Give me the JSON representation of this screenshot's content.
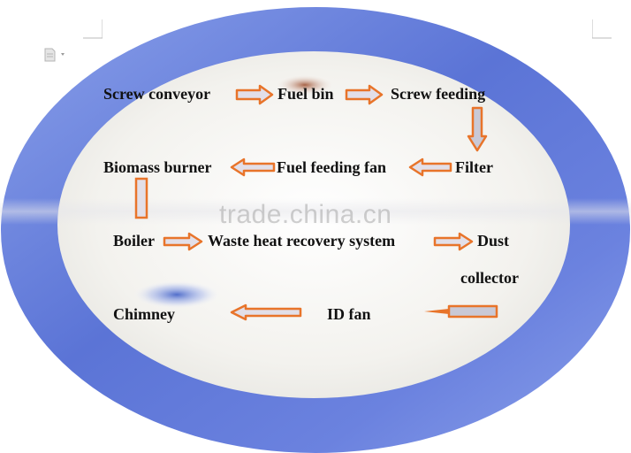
{
  "nodes": {
    "screw_conveyor": "Screw conveyor",
    "fuel_bin": "Fuel bin",
    "screw_feeding": "Screw feeding",
    "filter": "Filter",
    "fuel_feeding_fan": "Fuel feeding fan",
    "biomass_burner": "Biomass burner",
    "boiler": "Boiler",
    "waste_heat_recovery": "Waste heat recovery system",
    "dust": "Dust",
    "collector": "collector",
    "id_fan": "ID fan",
    "chimney": "Chimney"
  },
  "watermark": "trade.china.cn",
  "colors": {
    "arrow_orange": "#e8742a",
    "arrow_fill": "#c9c9d6",
    "ring_blue": "#5b74d6",
    "ring_light": "#8aa0ea",
    "center": "#f4f3ef"
  }
}
